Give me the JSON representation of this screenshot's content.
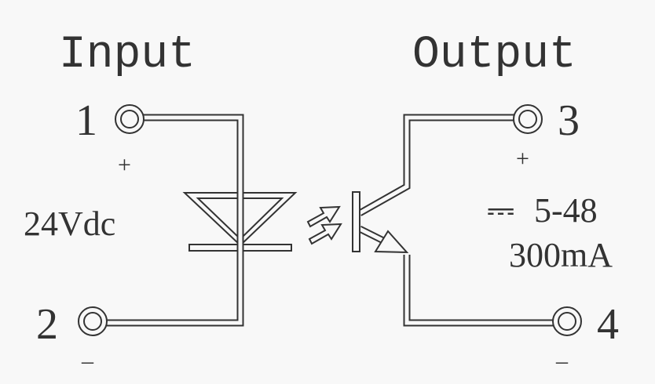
{
  "input": {
    "title": "Input",
    "terminal_pos": "1",
    "terminal_neg": "2",
    "plus": "+",
    "minus": "_",
    "voltage": "24Vdc"
  },
  "output": {
    "title": "Output",
    "terminal_pos": "3",
    "terminal_neg": "4",
    "plus": "+",
    "minus": "_",
    "dc_symbol": "⎓",
    "voltage": "5-48",
    "current": "300mA"
  },
  "colors": {
    "line": "#333333",
    "background": "#f8f8f8"
  }
}
